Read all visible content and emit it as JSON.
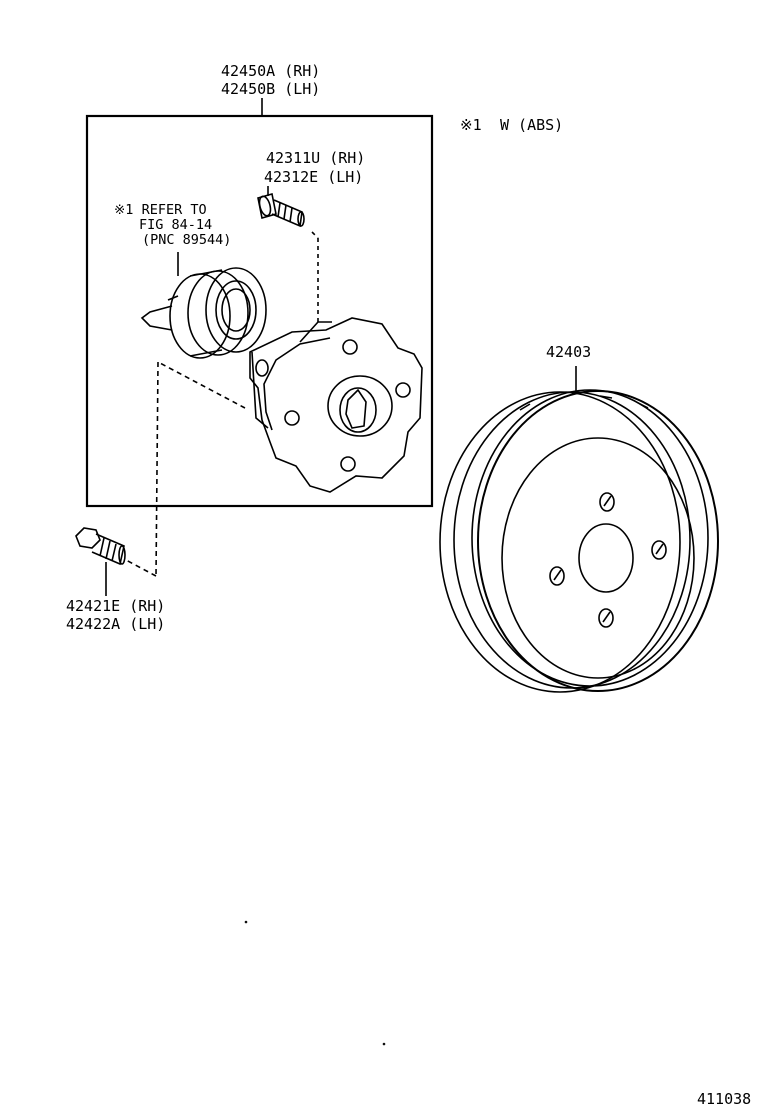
{
  "assembly": {
    "part_rh": "42450A (RH)",
    "part_lh": "42450B (LH)"
  },
  "note": {
    "marker": "※1",
    "text": "W (ABS)"
  },
  "hub_bolt": {
    "part_rh": "42311U (RH)",
    "part_lh": "42312E (LH)"
  },
  "sensor_ref": {
    "line1": "※1 REFER TO",
    "line2": "FIG 84-14",
    "line3": "(PNC 89544)"
  },
  "drum": {
    "part": "42403"
  },
  "mount_bolt": {
    "part_rh": "42421E (RH)",
    "part_lh": "42422A (LH)"
  },
  "figure_number": "411038"
}
